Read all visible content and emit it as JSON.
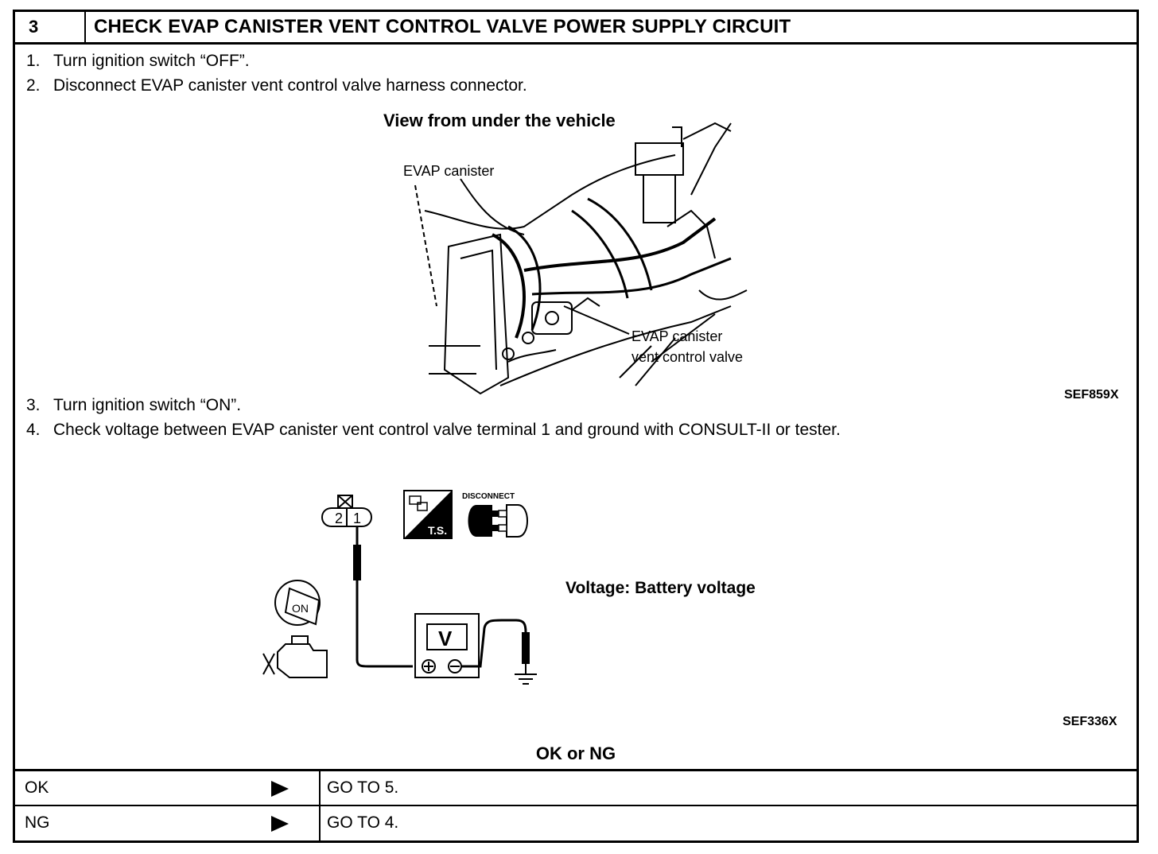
{
  "header": {
    "step_number": "3",
    "title": "CHECK EVAP CANISTER VENT CONTROL VALVE POWER SUPPLY CIRCUIT"
  },
  "steps": [
    {
      "num": "1.",
      "text": "Turn ignition switch “OFF”."
    },
    {
      "num": "2.",
      "text": "Disconnect EVAP canister vent control valve harness connector."
    },
    {
      "num": "3.",
      "text": "Turn ignition switch “ON”."
    },
    {
      "num": "4.",
      "text": "Check voltage between EVAP canister vent control valve terminal 1 and ground with CONSULT-II or tester."
    }
  ],
  "figure1": {
    "title": "View from under the vehicle",
    "label_canister": "EVAP canister",
    "label_valve_line1": "EVAP canister",
    "label_valve_line2": "vent control valve",
    "code": "SEF859X"
  },
  "figure2": {
    "connector_terminal_2": "2",
    "connector_terminal_1": "1",
    "ts_label": "T.S.",
    "disconnect_label": "DISCONNECT",
    "key_label": "ON",
    "meter_label": "V",
    "voltage_spec": "Voltage: Battery voltage",
    "code": "SEF336X"
  },
  "result": {
    "title": "OK or NG",
    "rows": [
      {
        "status": "OK",
        "action": "GO TO 5."
      },
      {
        "status": "NG",
        "action": "GO TO 4."
      }
    ]
  }
}
